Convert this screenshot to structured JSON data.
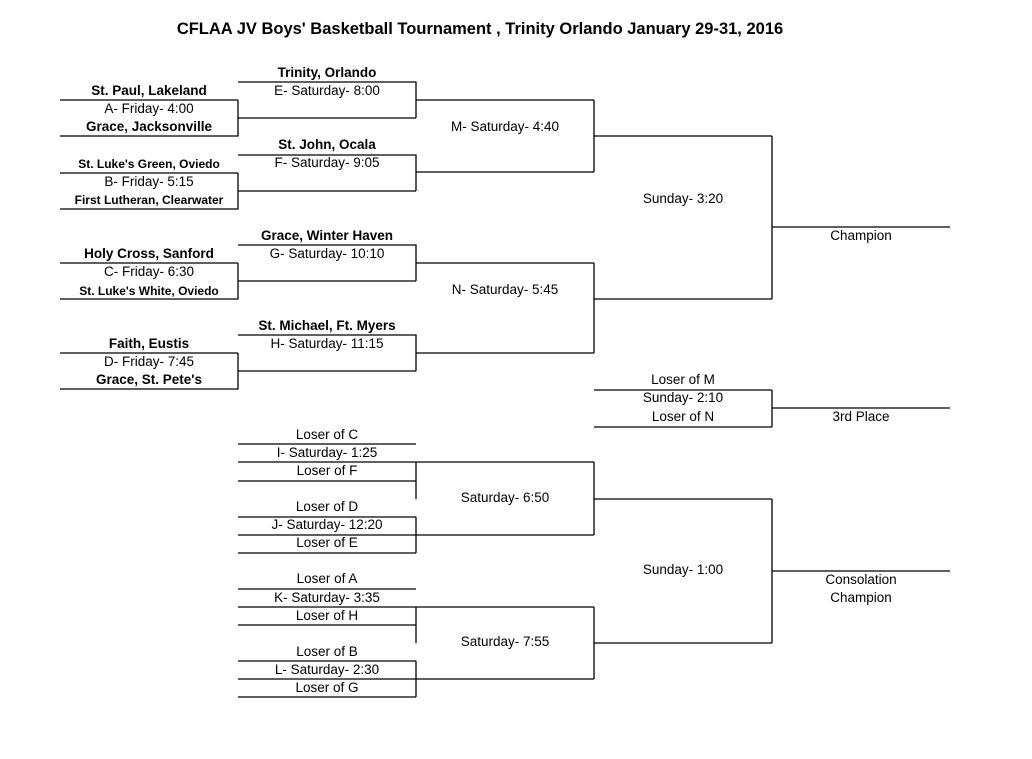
{
  "title": "CFLAA JV Boys' Basketball Tournament , Trinity Orlando January 29-31, 2016",
  "colors": {
    "line": "#000000",
    "text": "#000000",
    "background": "#ffffff"
  },
  "round1": {
    "a": {
      "top": "St. Paul, Lakeland",
      "game": "A- Friday- 4:00",
      "bottom": "Grace, Jacksonville"
    },
    "b": {
      "top": "St. Luke's Green, Oviedo",
      "game": "B- Friday- 5:15",
      "bottom": "First Lutheran, Clearwater"
    },
    "c": {
      "top": "Holy Cross, Sanford",
      "game": "C- Friday- 6:30",
      "bottom": "St. Luke's White, Oviedo"
    },
    "d": {
      "top": "Faith, Eustis",
      "game": "D- Friday- 7:45",
      "bottom": "Grace, St. Pete's"
    }
  },
  "round2": {
    "e": {
      "top": "Trinity, Orlando",
      "game": "E- Saturday- 8:00"
    },
    "f": {
      "top": "St. John, Ocala",
      "game": "F- Saturday- 9:05"
    },
    "g": {
      "top": "Grace, Winter Haven",
      "game": "G- Saturday- 10:10"
    },
    "h": {
      "top": "St. Michael, Ft. Myers",
      "game": "H- Saturday- 11:15"
    }
  },
  "semis": {
    "m": "M- Saturday- 4:40",
    "n": "N- Saturday- 5:45"
  },
  "final": {
    "game": "Sunday- 3:20",
    "result": "Champion"
  },
  "third_place": {
    "top": "Loser of M",
    "game": "Sunday- 2:10",
    "bottom": "Loser of N",
    "result": "3rd Place"
  },
  "consolation": {
    "i": {
      "top": "Loser of C",
      "game": "I- Saturday- 1:25",
      "bottom": "Loser of F"
    },
    "j": {
      "top": "Loser of D",
      "game": "J- Saturday- 12:20",
      "bottom": "Loser of E"
    },
    "k": {
      "top": "Loser of A",
      "game": "K- Saturday- 3:35",
      "bottom": "Loser of H"
    },
    "l": {
      "top": "Loser of B",
      "game": "L- Saturday- 2:30",
      "bottom": "Loser of G"
    },
    "semi_upper": "Saturday- 6:50",
    "semi_lower": "Saturday- 7:55",
    "final_game": "Sunday- 1:00",
    "result_line1": "Consolation",
    "result_line2": "Champion"
  }
}
